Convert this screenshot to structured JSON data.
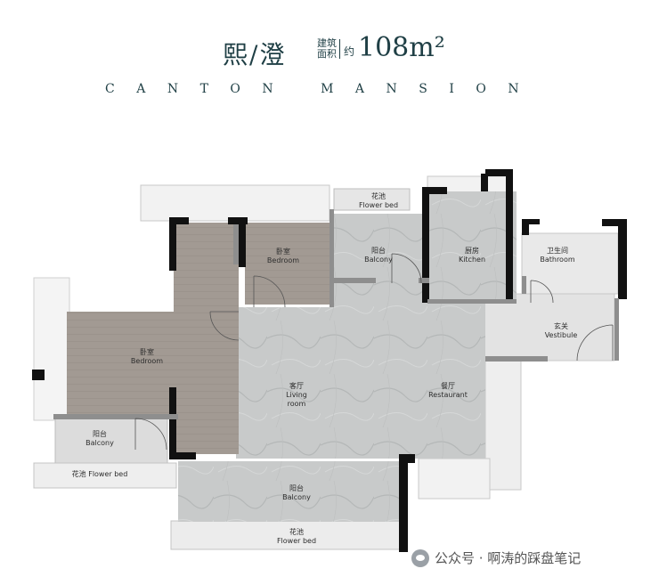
{
  "header": {
    "project_name": "熙/澄",
    "area_label": "建筑面积",
    "approx": "约",
    "area_value": "108m²",
    "subtitle": "CANTON MANSION"
  },
  "rooms": {
    "bedroom_master_cn": "卧室",
    "bedroom_master_en": "Bedroom",
    "bedroom_second_cn": "卧室",
    "bedroom_second_en": "Bedroom",
    "living_cn": "客厅",
    "living_en_1": "Living",
    "living_en_2": "room",
    "restaurant_cn": "餐厅",
    "restaurant_en": "Restaurant",
    "kitchen_cn": "厨房",
    "kitchen_en": "Kitchen",
    "bathroom_cn": "卫生间",
    "bathroom_en": "Bathroom",
    "vestibule_cn": "玄关",
    "vestibule_en": "Vestibule",
    "balcony_top_cn": "阳台",
    "balcony_top_en": "Balcony",
    "balcony_left_cn": "阳台",
    "balcony_left_en": "Balcony",
    "balcony_bottom_cn": "阳台",
    "balcony_bottom_en": "Balcony",
    "flowerbed_top_cn": "花池",
    "flowerbed_top_en": "Flower bed",
    "flowerbed_left": "花池  Flower bed",
    "flowerbed_bottom_cn": "花池",
    "flowerbed_bottom_en": "Flower bed"
  },
  "watermark": "公众号 · 啊涛的踩盘笔记",
  "colors": {
    "wall": "#111111",
    "marble": "#c9cbcb",
    "wood": "#a39c95",
    "balcony": "#e4e4e4",
    "title": "#1f3f45"
  }
}
